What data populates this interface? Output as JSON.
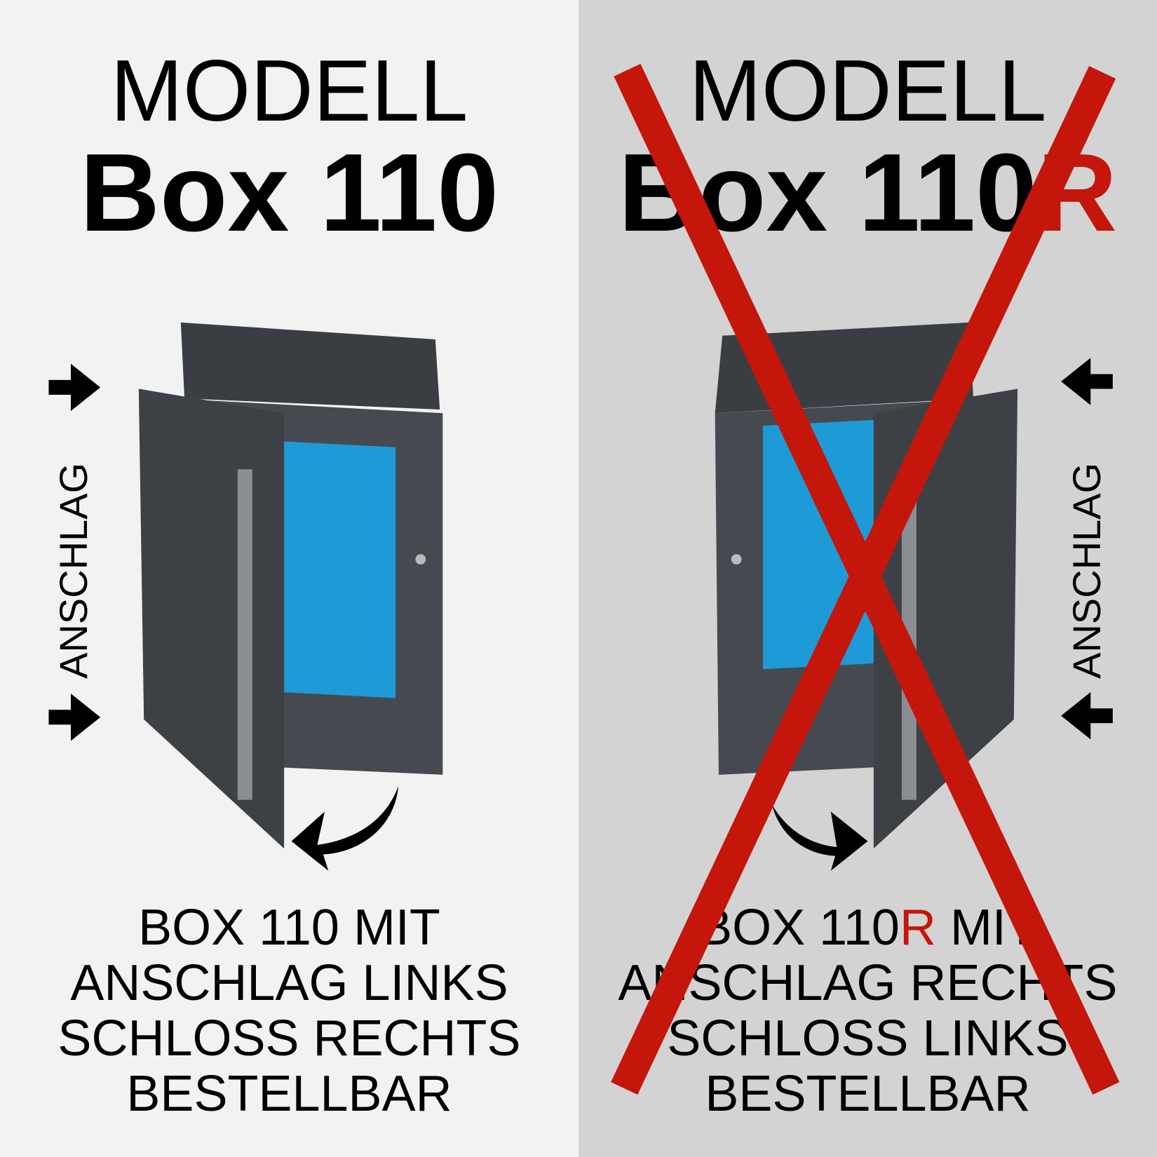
{
  "left": {
    "heading": "MODELL",
    "model": "Box 110",
    "side_label": "ANSCHLAG",
    "caption": [
      "BOX 110 MIT",
      "ANSCHLAG LINKS",
      "SCHLOSS RECHTS",
      "BESTELLBAR"
    ]
  },
  "right": {
    "heading": "MODELL",
    "model_prefix": "Box 110",
    "model_suffix": "R",
    "side_label": "ANSCHLAG",
    "caption_line1_prefix": "BOX 110",
    "caption_line1_suffix": "R",
    "caption_line1_end": " MIT",
    "caption": [
      "ANSCHLAG RECHTS",
      "SCHLOSS LINKS",
      "BESTELLBAR"
    ],
    "crossed_out": true
  },
  "colors": {
    "accent_red": "#c4160a",
    "left_bg": "#f2f2f2",
    "right_bg": "#d3d3d3",
    "mailbox": "#3d4146"
  }
}
